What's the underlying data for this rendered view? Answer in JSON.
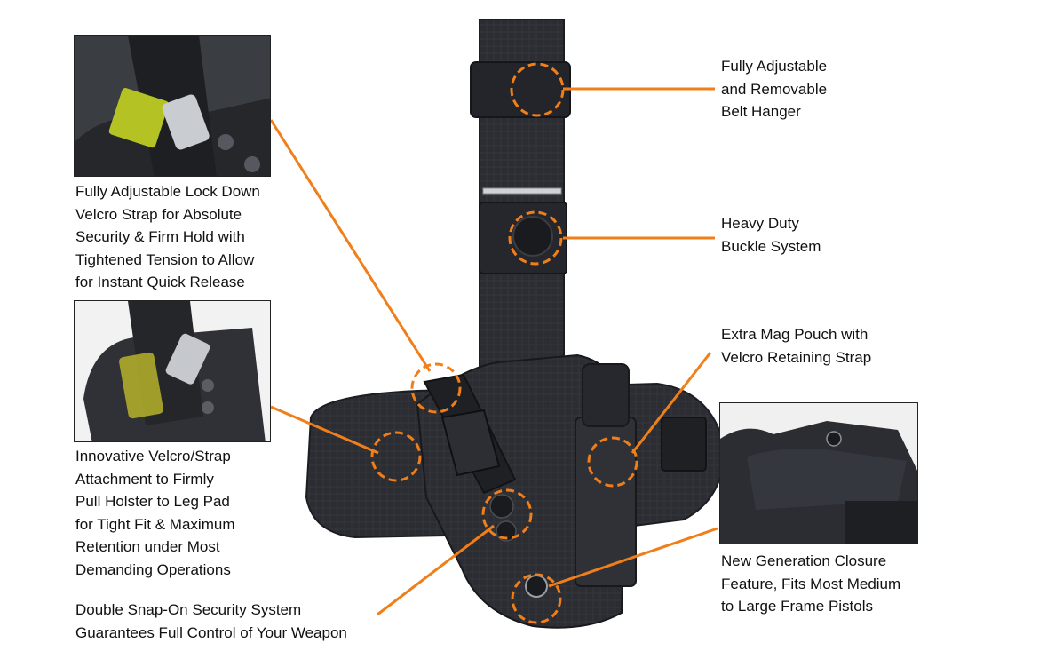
{
  "colors": {
    "accent": "#f07f1a",
    "nylon": "#2b2d32",
    "nylon_light": "#3c3f45",
    "text": "#111111"
  },
  "callouts": {
    "belt_hanger": "Fully Adjustable\nand Removable\nBelt Hanger",
    "buckle_system": "Heavy Duty\nBuckle System",
    "mag_pouch": "Extra Mag Pouch with\nVelcro Retaining Strap",
    "closure_feature": "New Generation Closure\nFeature, Fits Most Medium\nto Large Frame Pistols",
    "lock_down_strap": "Fully Adjustable Lock Down\nVelcro Strap for Absolute\nSecurity & Firm Hold with\nTightened Tension to Allow\nfor Instant Quick Release",
    "velcro_attachment": "Innovative Velcro/Strap\nAttachment to Firmly\nPull Holster to Leg Pad\nfor Tight Fit & Maximum\nRetention under Most\nDemanding Operations",
    "double_snap": "Double Snap-On Security System\nGuarantees Full Control of Your Weapon"
  },
  "icons": {
    "holster": "holster-illustration",
    "inset_top": "strap-closeup-photo",
    "inset_middle": "pad-closeup-photo",
    "inset_right": "closure-closeup-photo"
  }
}
